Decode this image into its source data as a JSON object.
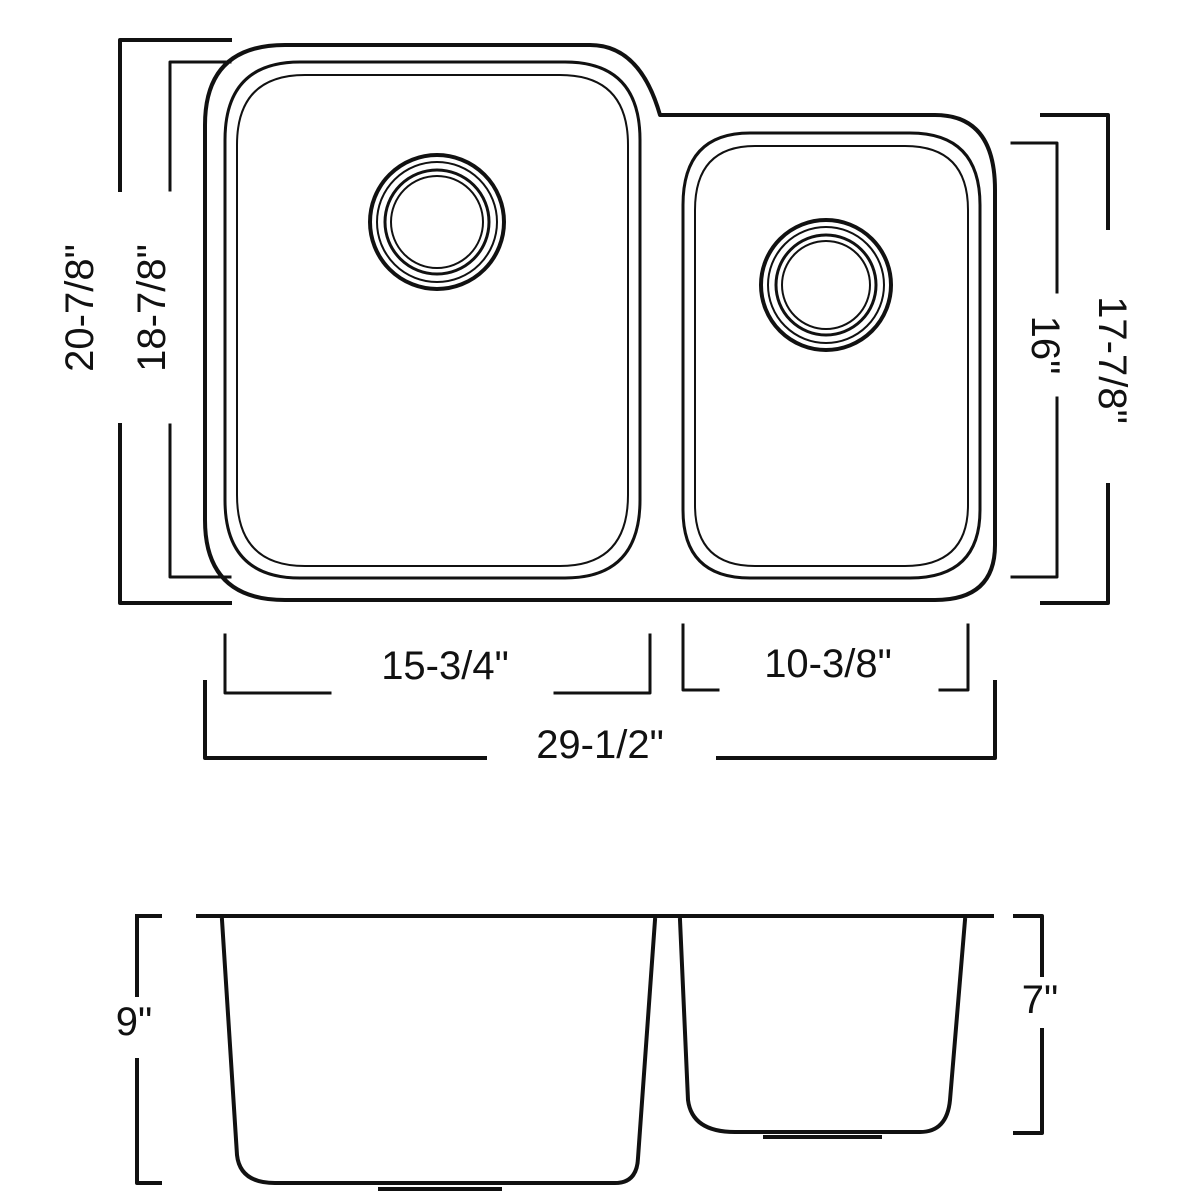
{
  "dimensions": {
    "overall_width": "29-1/2\"",
    "large_bowl_width": "15-3/4\"",
    "small_bowl_width": "10-3/8\"",
    "overall_depth_left": "20-7/8\"",
    "large_bowl_depth": "18-7/8\"",
    "small_bowl_depth": "16\"",
    "overall_depth_right": "17-7/8\"",
    "large_bowl_height": "9\"",
    "small_bowl_height": "7\""
  }
}
